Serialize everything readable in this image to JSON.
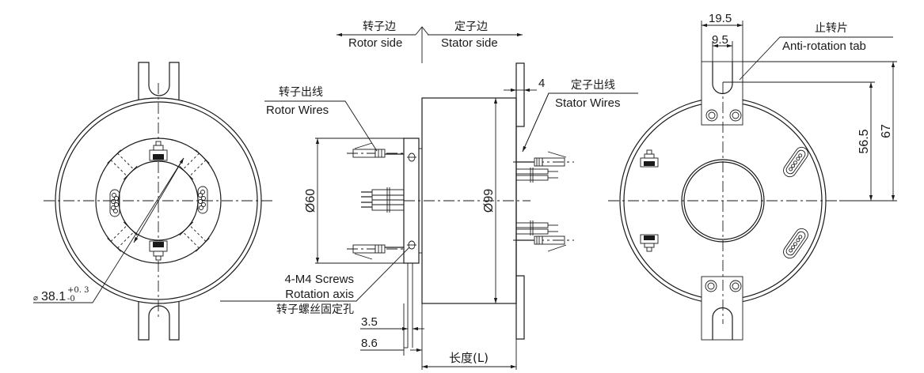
{
  "drawing": {
    "title": "Through-bore slip ring outline drawing",
    "views": [
      "rotor-end-view",
      "side-view",
      "stator-end-view"
    ],
    "line_color": "#1a1a1a",
    "background": "#ffffff"
  },
  "side_labels": {
    "rotor_cn": "转子边",
    "rotor_en": "Rotor side",
    "stator_cn": "定子边",
    "stator_en": "Stator  side"
  },
  "callouts": {
    "rotor_wires_cn": "转子出线",
    "rotor_wires_en": "Rotor Wires",
    "stator_wires_cn": "定子出线",
    "stator_wires_en": "Stator Wires",
    "screws_en_1": "4-M4 Screws",
    "screws_en_2": "Rotation axis",
    "screws_cn": "转子螺丝固定孔",
    "tab_cn": "止转片",
    "tab_en": "Anti-rotation tab"
  },
  "dimensions": {
    "bore": {
      "prefix": "⌀",
      "value": "38.1",
      "tol_upper": "+0. 3",
      "tol_lower": "-0"
    },
    "rotor_dia": "Ø60",
    "body_dia": "Ø99",
    "flange_thickness": "4",
    "rotor_plate_1": "3.5",
    "rotor_plate_2": "8.6",
    "length": "长度(L)",
    "tab_width": "19.5",
    "slot_width": "9.5",
    "slot_height": "56.5",
    "tab_height": "67"
  }
}
